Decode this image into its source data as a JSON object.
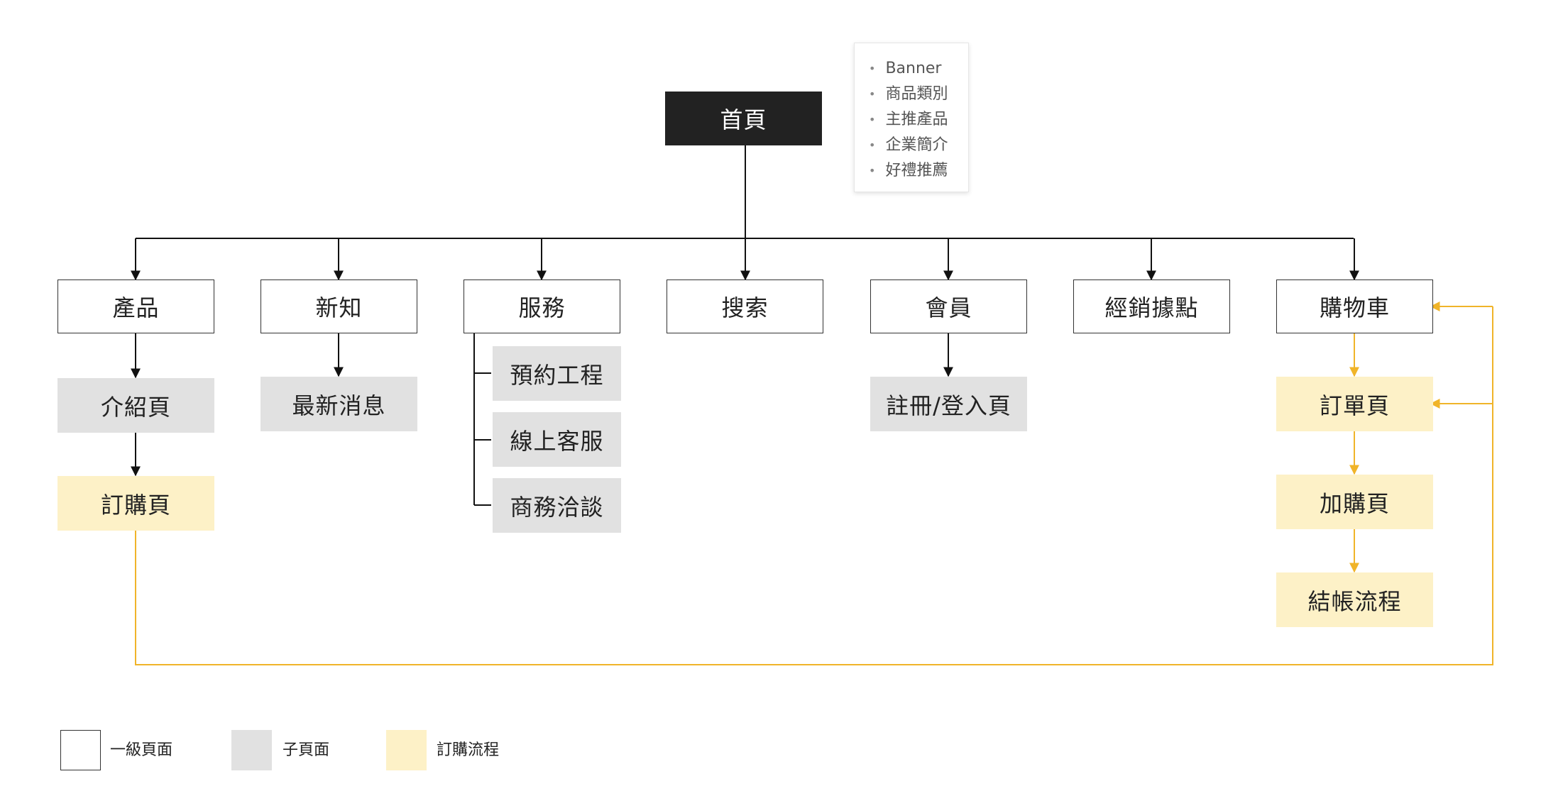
{
  "root": {
    "label": "首頁"
  },
  "note": {
    "items": [
      "Banner",
      "商品類別",
      "主推產品",
      "企業簡介",
      "好禮推薦"
    ]
  },
  "level1": [
    {
      "key": "products",
      "label": "產品"
    },
    {
      "key": "news",
      "label": "新知"
    },
    {
      "key": "services",
      "label": "服務"
    },
    {
      "key": "search",
      "label": "搜索"
    },
    {
      "key": "member",
      "label": "會員"
    },
    {
      "key": "dealers",
      "label": "經銷據點"
    },
    {
      "key": "cart",
      "label": "購物車"
    }
  ],
  "subpages": {
    "products": [
      "介紹頁"
    ],
    "news": [
      "最新消息"
    ],
    "services": [
      "預約工程",
      "線上客服",
      "商務洽談"
    ],
    "member": [
      "註冊/登入頁"
    ]
  },
  "flow_pages": {
    "products_order": "訂購頁",
    "cart": [
      "訂單頁",
      "加購頁",
      "結帳流程"
    ]
  },
  "legend": [
    {
      "key": "level1",
      "label": "一級頁面"
    },
    {
      "key": "sub",
      "label": "子頁面"
    },
    {
      "key": "flow",
      "label": "訂購流程"
    }
  ],
  "colors": {
    "root_fill": "#222222",
    "subpage_fill": "#e1e1e1",
    "flow_fill": "#fdf1c7",
    "flow_line": "#f0b429",
    "line": "#111111"
  }
}
